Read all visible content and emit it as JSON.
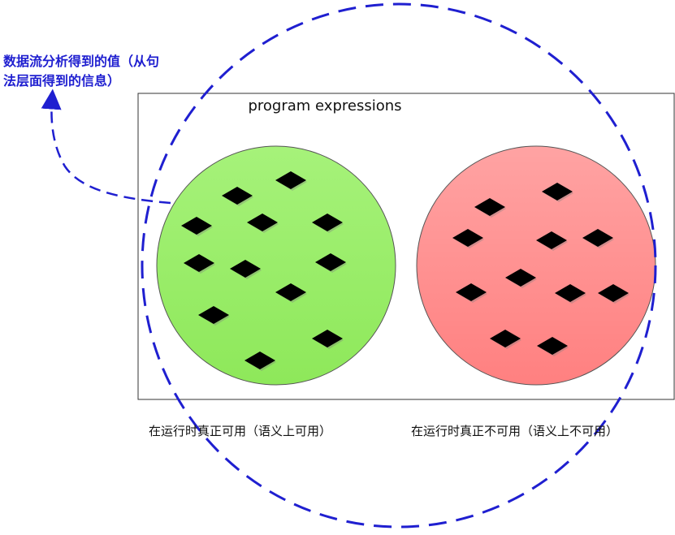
{
  "annotation": {
    "line1": "数据流分析得到的值（从句",
    "line2": "法层面得到的信息）"
  },
  "box": {
    "title": "program expressions"
  },
  "sets": {
    "left_caption": "在运行时真正可用（语义上可用）",
    "right_caption": "在运行时真正不可用（语义上不可用）"
  },
  "colors": {
    "ellipse_stroke": "#1f1fd0",
    "left_fill_top": "#a6f27a",
    "left_fill_bottom": "#8ee85a",
    "right_fill_top": "#ffa3a3",
    "right_fill_bottom": "#ff8080",
    "box_stroke": "#333333",
    "diamond": "#000000"
  }
}
